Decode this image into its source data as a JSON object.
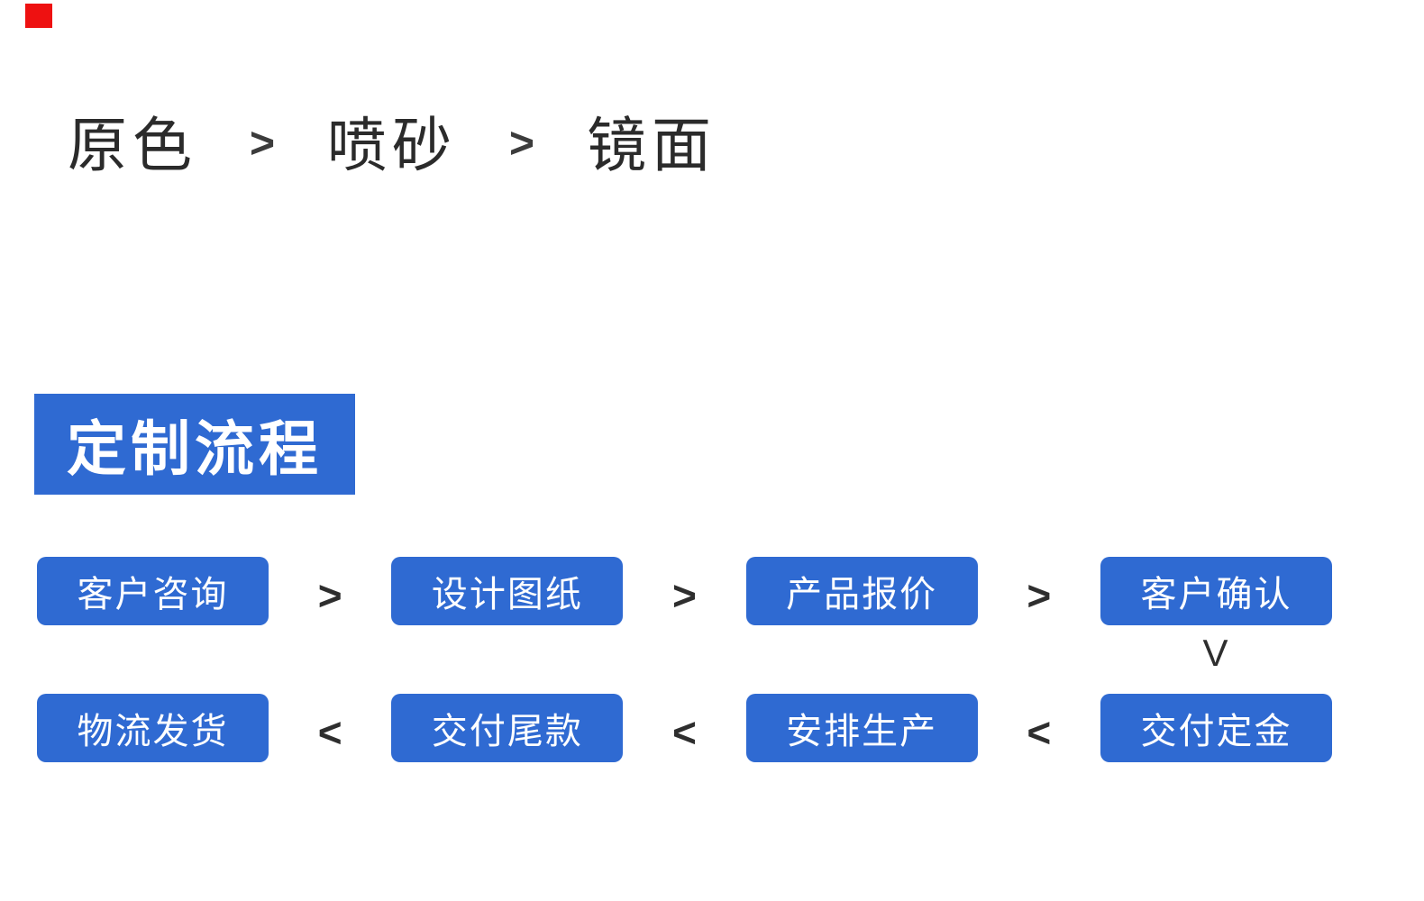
{
  "colors": {
    "accent_blue": "#2f6ad2",
    "text_dark": "#2b2b2b",
    "connector_dark": "#2e2e2e",
    "corner_red": "#ee1111",
    "box_text_white": "#ffffff"
  },
  "finish_options": {
    "items": [
      "原色",
      "喷砂",
      "镜面"
    ],
    "separator": ">"
  },
  "section": {
    "title": "定制流程"
  },
  "flow": {
    "row1": {
      "separator": ">",
      "steps": [
        "客户咨询",
        "设计图纸",
        "产品报价",
        "客户确认"
      ]
    },
    "connector": "V",
    "row2": {
      "separator": "<",
      "steps": [
        "物流发货",
        "交付尾款",
        "安排生产",
        "交付定金"
      ]
    }
  }
}
